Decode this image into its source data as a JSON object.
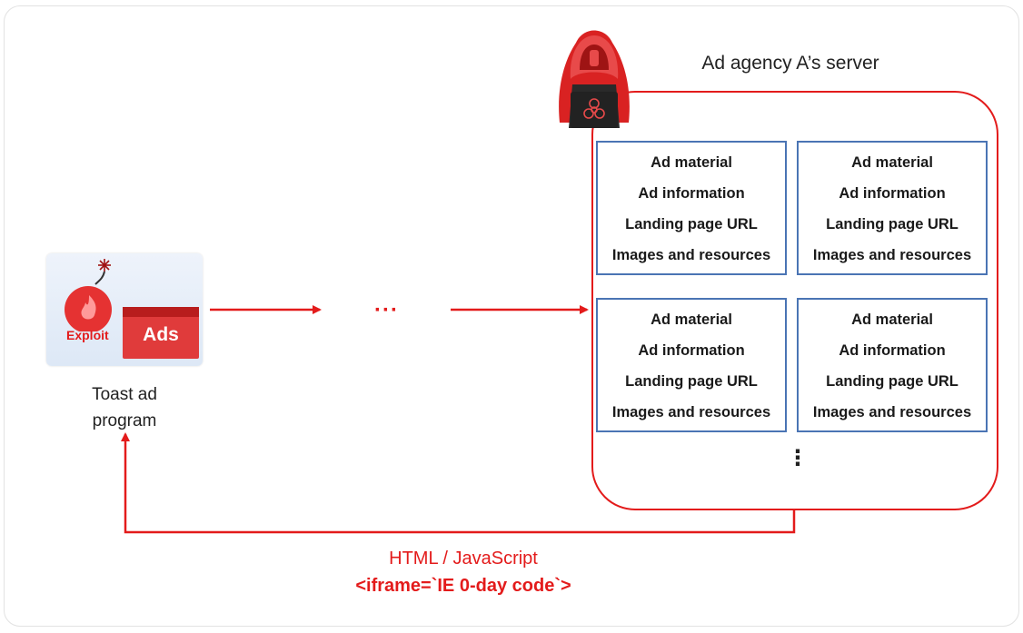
{
  "server": {
    "title": "Ad agency A’s server",
    "cards": [
      {
        "lines": [
          "Ad material",
          "Ad information",
          "Landing page URL",
          "Images and resources"
        ]
      },
      {
        "lines": [
          "Ad material",
          "Ad information",
          "Landing page URL",
          "Images and resources"
        ]
      },
      {
        "lines": [
          "Ad material",
          "Ad information",
          "Landing page URL",
          "Images and resources"
        ]
      },
      {
        "lines": [
          "Ad material",
          "Ad information",
          "Landing page URL",
          "Images and resources"
        ]
      }
    ],
    "more_indicator": "⋮"
  },
  "program": {
    "exploit_label": "Exploit",
    "ads_label": "Ads",
    "name": "Toast ad program"
  },
  "flow": {
    "ellipsis": "···",
    "response_line1": "HTML / JavaScript",
    "response_line2": "<iframe=`IE 0-day code`>"
  },
  "icons": {
    "attacker": "hooded-hacker-icon",
    "biohazard": "biohazard-icon",
    "bomb": "bomb-icon"
  },
  "colors": {
    "accent_red": "#e31b1b",
    "card_border": "#4a74b4"
  }
}
